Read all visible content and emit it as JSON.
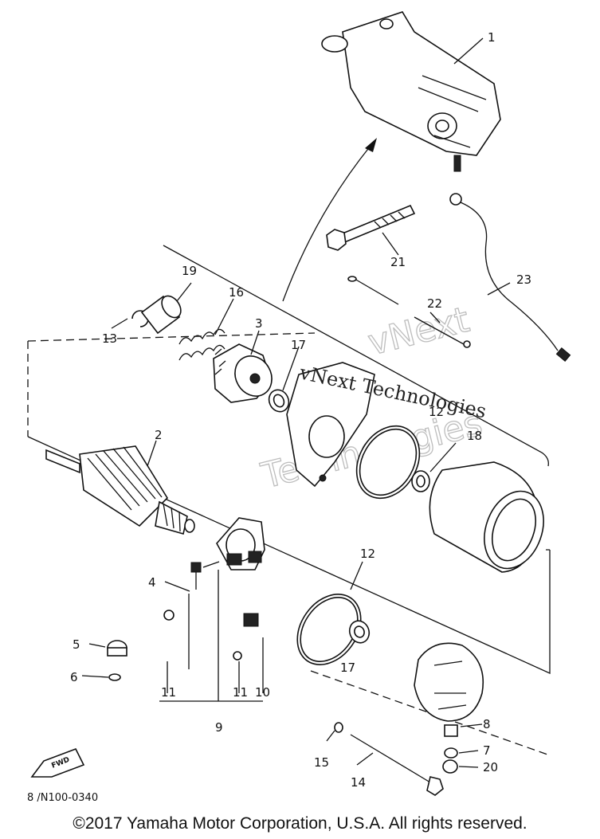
{
  "diagram": {
    "callouts": [
      {
        "id": "1",
        "text": "1"
      },
      {
        "id": "2",
        "text": "2"
      },
      {
        "id": "3",
        "text": "3"
      },
      {
        "id": "4",
        "text": "4"
      },
      {
        "id": "5",
        "text": "5"
      },
      {
        "id": "6",
        "text": "6"
      },
      {
        "id": "7",
        "text": "7"
      },
      {
        "id": "8",
        "text": "8"
      },
      {
        "id": "9",
        "text": "9"
      },
      {
        "id": "10",
        "text": "10"
      },
      {
        "id": "11a",
        "text": "11"
      },
      {
        "id": "11b",
        "text": "11"
      },
      {
        "id": "12a",
        "text": "12"
      },
      {
        "id": "12b",
        "text": "12"
      },
      {
        "id": "13",
        "text": "13"
      },
      {
        "id": "14",
        "text": "14"
      },
      {
        "id": "15",
        "text": "15"
      },
      {
        "id": "16",
        "text": "16"
      },
      {
        "id": "17a",
        "text": "17"
      },
      {
        "id": "17b",
        "text": "17"
      },
      {
        "id": "18",
        "text": "18"
      },
      {
        "id": "19",
        "text": "19"
      },
      {
        "id": "20",
        "text": "20"
      },
      {
        "id": "21",
        "text": "21"
      },
      {
        "id": "22",
        "text": "22"
      },
      {
        "id": "23",
        "text": "23"
      }
    ],
    "figure_code": "8 /N100-0340",
    "fwd_mark": "FWD",
    "watermark": {
      "line1": "vNext Technologies",
      "line2": "vNext",
      "line3": "Technologies"
    },
    "copyright": "©2017 Yamaha Motor Corporation, U.S.A. All rights reserved."
  }
}
